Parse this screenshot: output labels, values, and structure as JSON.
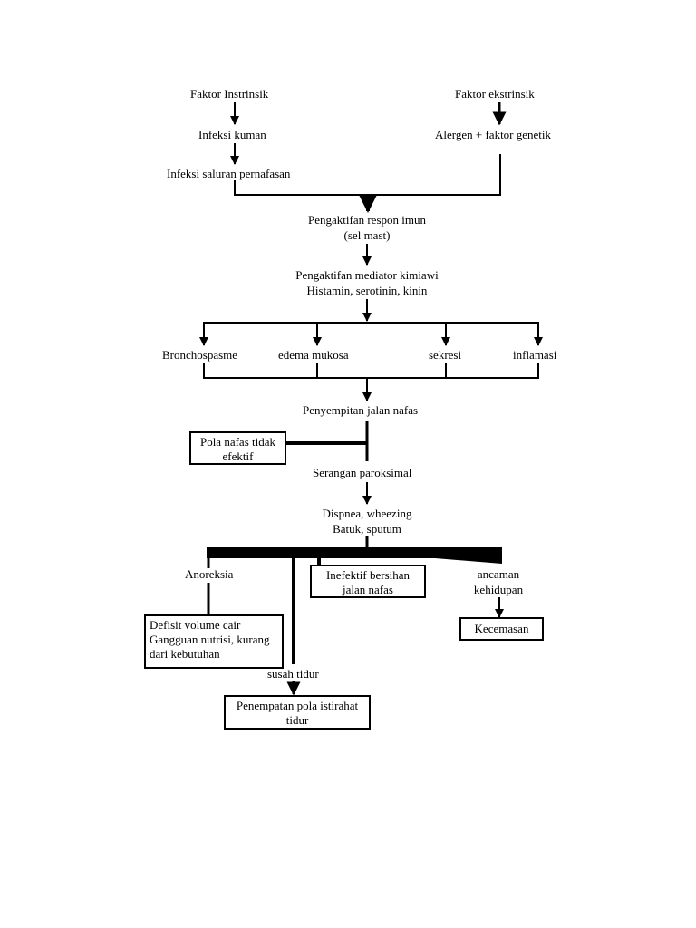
{
  "nodes": {
    "faktor_instrinsik": "Faktor Instrinsik",
    "faktor_ekstrinsik": "Faktor ekstrinsik",
    "infeksi_kuman": "Infeksi kuman",
    "alergen": "Alergen + faktor genetik",
    "infeksi_saluran": "Infeksi saluran pernafasan",
    "respon_imun_1": "Pengaktifan respon imun",
    "respon_imun_2": "(sel mast)",
    "mediator_1": "Pengaktifan mediator kimiawi",
    "mediator_2": "Histamin, serotinin, kinin",
    "bronchospasme": "Bronchospasme",
    "edema": "edema mukosa",
    "sekresi": "sekresi",
    "inflamasi": "inflamasi",
    "penyempitan": "Penyempitan jalan nafas",
    "pola_nafas_1": "Pola nafas tidak",
    "pola_nafas_2": "efektif",
    "serangan": "Serangan paroksimal",
    "dispnea_1": "Dispnea, wheezing",
    "dispnea_2": "Batuk, sputum",
    "anoreksia": "Anoreksia",
    "inefektif_1": "Inefektif bersihan",
    "inefektif_2": "jalan nafas",
    "ancaman_1": "ancaman",
    "ancaman_2": "kehidupan",
    "kecemasan": "Kecemasan",
    "defisit_1": "Defisit volume cair",
    "defisit_2": "Gangguan nutrisi, kurang",
    "defisit_3": "dari kebutuhan",
    "susah_tidur": "susah tidur",
    "penempatan_1": "Penempatan pola istirahat",
    "penempatan_2": "tidur"
  }
}
